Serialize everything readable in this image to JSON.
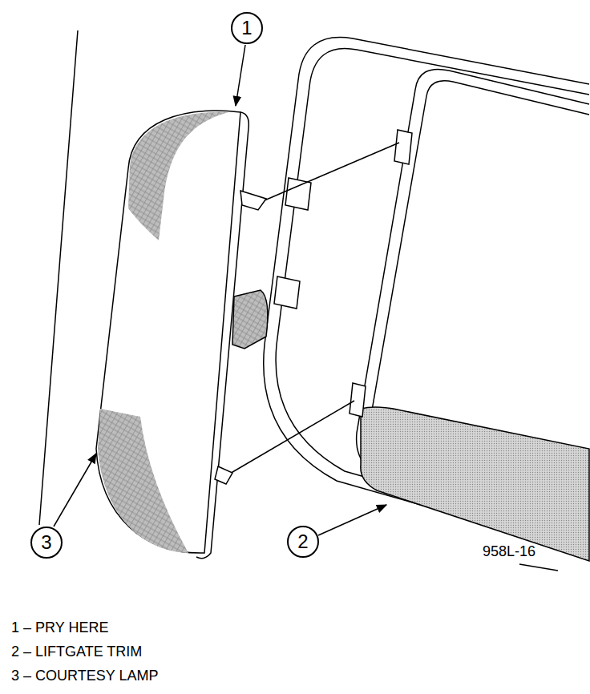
{
  "diagram": {
    "nodes": [
      {
        "text": [
          "1"
        ]
      },
      {
        "text": [
          "2"
        ]
      },
      {
        "text": [
          "3"
        ]
      }
    ],
    "labels": [
      "958L-16",
      "1 – PRY HERE",
      "2 – LIFTGATE TRIM",
      "3 – COURTESY LAMP"
    ]
  }
}
